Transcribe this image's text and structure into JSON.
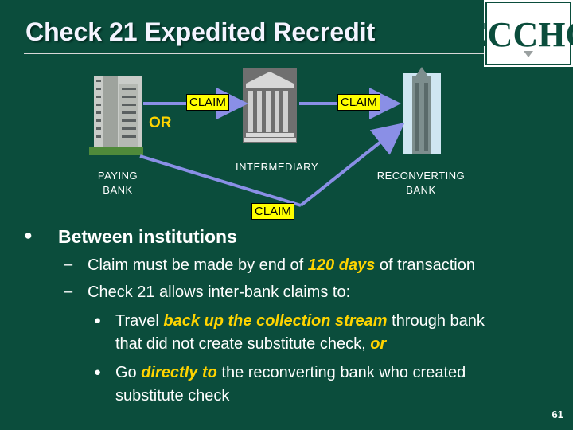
{
  "slide": {
    "title": "Check 21 Expedited Recredit",
    "logo_text": "ECCHO",
    "page_number": "61"
  },
  "diagram": {
    "claim_top_left": "CLAIM",
    "claim_top_right": "CLAIM",
    "claim_bottom": "CLAIM",
    "or_label": "OR",
    "paying_bank_line1": "PAYING",
    "paying_bank_line2": "BANK",
    "intermediary": "INTERMEDIARY",
    "reconverting_line1": "RECONVERTING",
    "reconverting_line2": "BANK",
    "colors": {
      "arrow": "#8a8fe6",
      "claim_bg": "#ffff00",
      "or": "#ffd400"
    }
  },
  "bullets": {
    "main": "Between institutions",
    "sub1_pre": "Claim must be made by end of ",
    "sub1_em": "120 days",
    "sub1_post": " of transaction",
    "sub2": "Check 21 allows inter-bank claims to:",
    "sub2a_pre": "Travel ",
    "sub2a_em": "back up the collection stream",
    "sub2a_post": " through bank",
    "sub2a_line2_pre": "that did not create substitute check, ",
    "sub2a_line2_em": "or",
    "sub2b_pre": "Go ",
    "sub2b_em": "directly to",
    "sub2b_post": " the reconverting bank who created",
    "sub2b_line2": "substitute check"
  }
}
